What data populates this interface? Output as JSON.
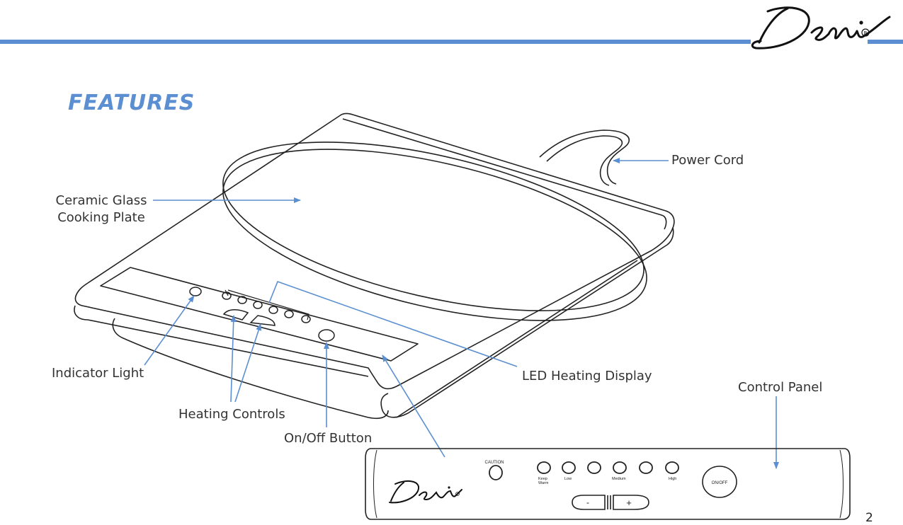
{
  "brand": {
    "name": "Deni",
    "mark": "®"
  },
  "title": "FEATURES",
  "callouts": {
    "power_cord": "Power Cord",
    "ceramic_line1": "Ceramic Glass",
    "ceramic_line2": "Cooking Plate",
    "indicator_light": "Indicator Light",
    "heating_controls": "Heating Controls",
    "on_off_button": "On/Off Button",
    "led_heating_display": "LED Heating Display",
    "control_panel": "Control Panel"
  },
  "control_panel_detail": {
    "brand": "Deni",
    "caution": "CAUTION",
    "levels": {
      "keep_line1": "Keep",
      "keep_line2": "Warm",
      "low": "Low",
      "medium": "Medium",
      "high": "High"
    },
    "minus": "-",
    "plus": "+",
    "on_off": "ON/OFF"
  },
  "page_number": "2",
  "colors": {
    "accent": "#5b8fd1",
    "line": "#222222",
    "text": "#333333"
  }
}
